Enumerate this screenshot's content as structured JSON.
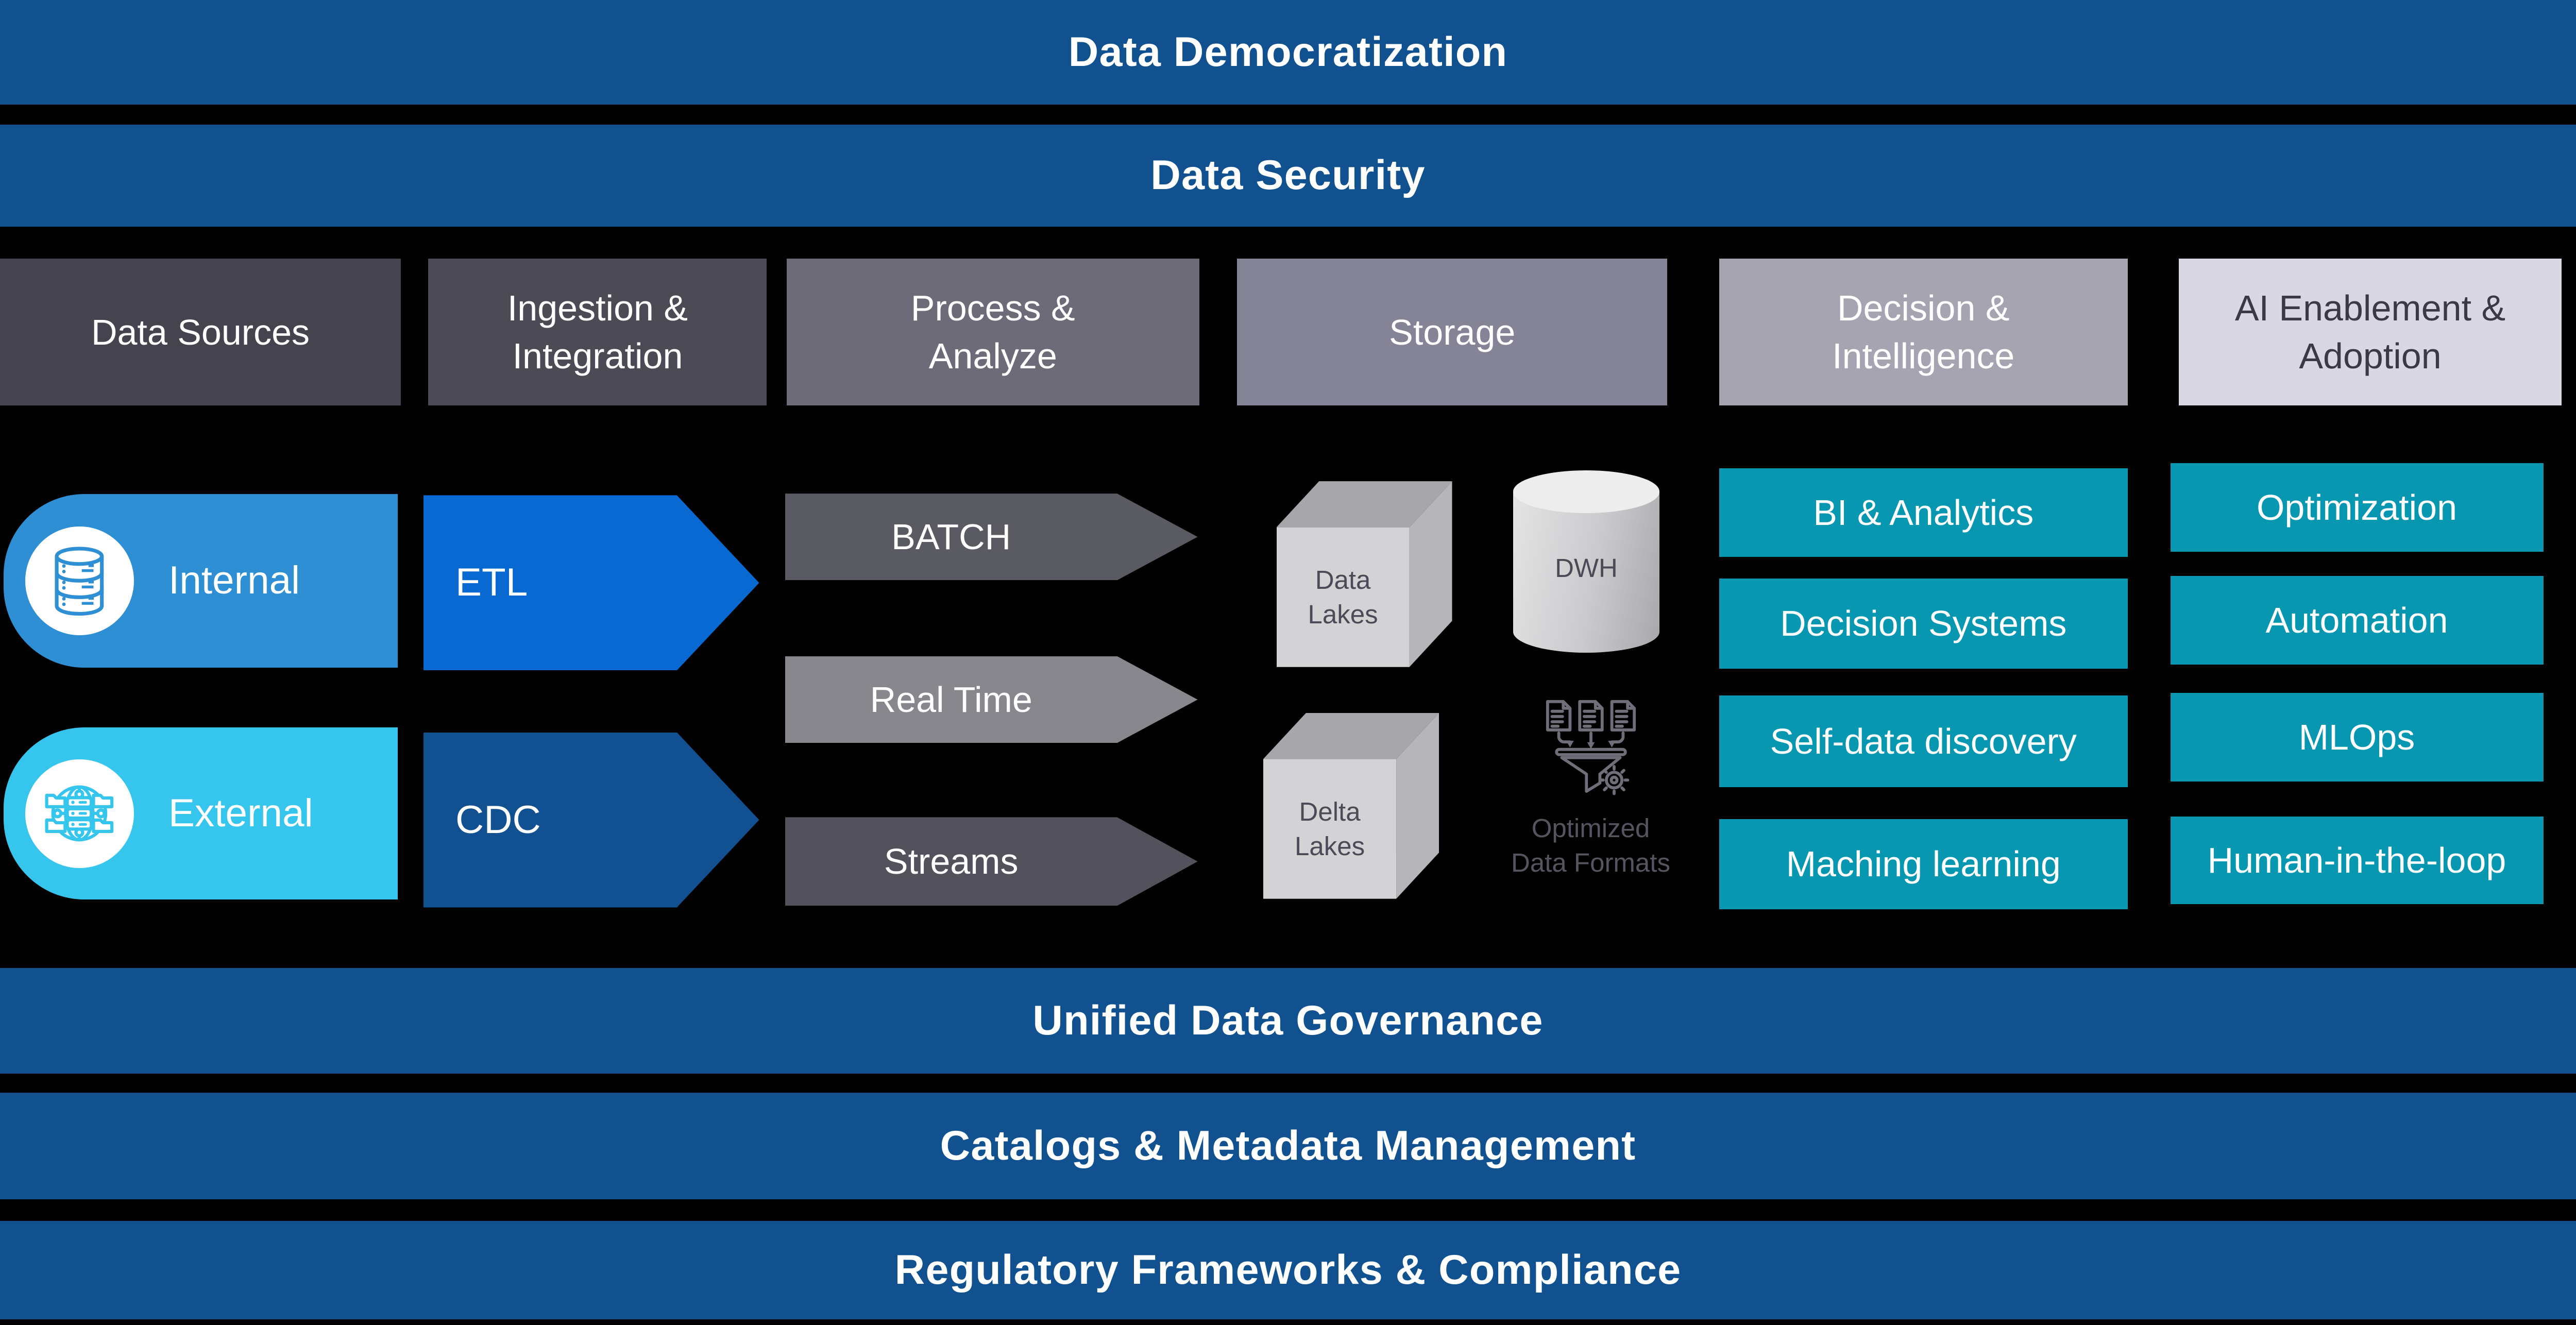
{
  "bars": {
    "data_democratization": "Data Democratization",
    "data_security": "Data Security",
    "unified_data_governance": "Unified Data Governance",
    "catalogs_metadata_management": "Catalogs & Metadata Management",
    "regulatory_frameworks_compliance": "Regulatory Frameworks & Compliance"
  },
  "columns": {
    "data_sources": {
      "header": "Data Sources",
      "items": [
        {
          "label": "Internal",
          "icon": "database-icon"
        },
        {
          "label": "External",
          "icon": "globe-icon"
        }
      ]
    },
    "ingestion_integration": {
      "header": "Ingestion &\nIntegration",
      "items": [
        {
          "label": "ETL"
        },
        {
          "label": "CDC"
        }
      ]
    },
    "process_analyze": {
      "header": "Process &\nAnalyze",
      "items": [
        {
          "label": "BATCH"
        },
        {
          "label": "Real Time"
        },
        {
          "label": "Streams"
        }
      ]
    },
    "storage": {
      "header": "Storage",
      "items": [
        {
          "label": "Data\nLakes",
          "shape": "cube"
        },
        {
          "label": "DWH",
          "shape": "cylinder"
        },
        {
          "label": "Delta\nLakes",
          "shape": "cube"
        },
        {
          "label": "Optimized\nData Formats",
          "icon": "documents-funnel-icon"
        }
      ]
    },
    "decision_intelligence": {
      "header": "Decision &\nIntelligence",
      "items": [
        {
          "label": "BI & Analytics"
        },
        {
          "label": "Decision Systems"
        },
        {
          "label": "Self-data discovery"
        },
        {
          "label": "Maching learning"
        }
      ]
    },
    "ai_enablement_adoption": {
      "header": "AI Enablement &\nAdoption",
      "items": [
        {
          "label": "Optimization"
        },
        {
          "label": "Automation"
        },
        {
          "label": "MLOps"
        },
        {
          "label": "Human-in-the-loop"
        }
      ]
    }
  },
  "colors": {
    "background": "#000000",
    "layer_bar_blue": "#11518F",
    "internal_blue": "#2E8FD4",
    "external_cyan": "#35C5ED",
    "etl_blue": "#0769D1",
    "cdc_navy": "#115091",
    "batch_gray": "#5A5A63",
    "real_time_gray": "#88878E",
    "streams_gray": "#53525C",
    "teal_box": "#0897B1",
    "cube_front_gray": "#D3D3D6",
    "storage_text_gray": "#4B4A56",
    "header_colors": [
      "#45444E",
      "#4C4B55",
      "#6C6B77",
      "#858497",
      "#A5A4B0",
      "#D9D7E4"
    ]
  }
}
